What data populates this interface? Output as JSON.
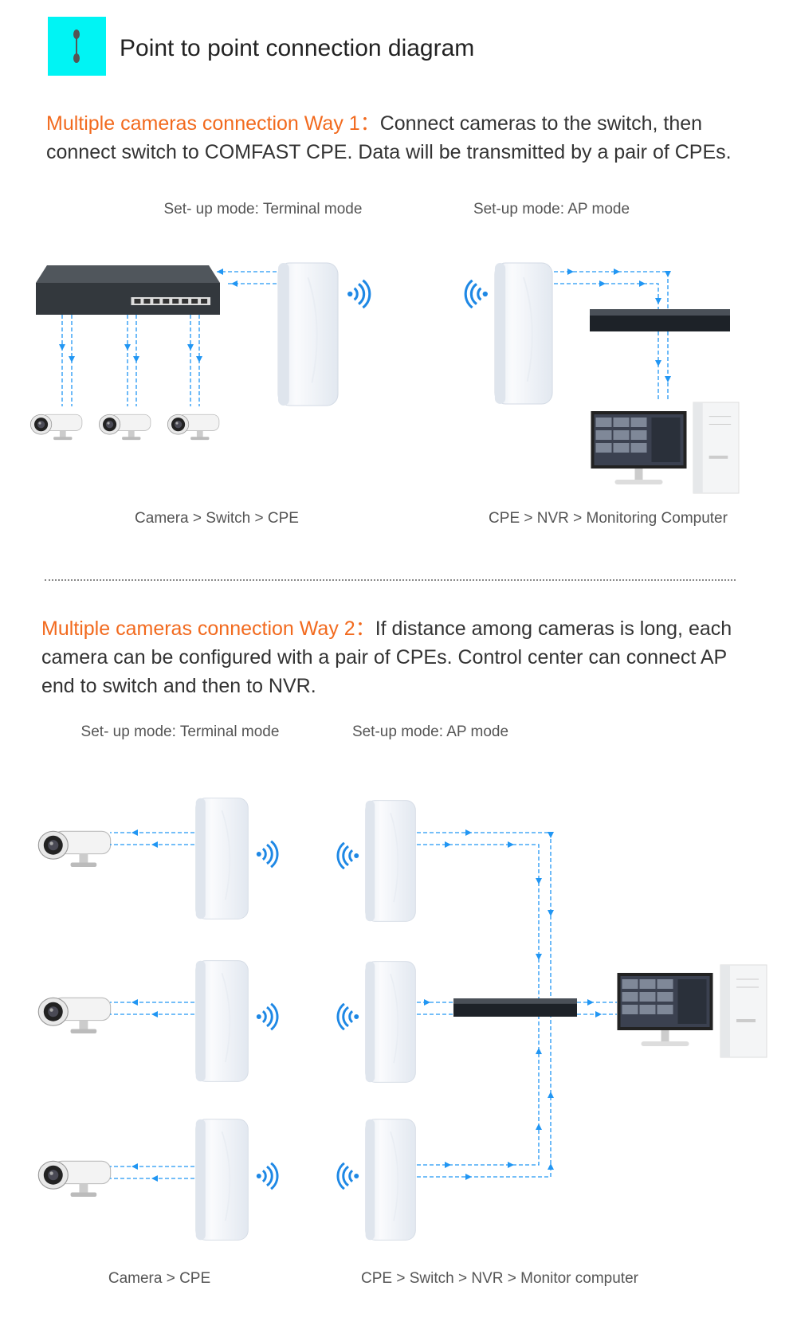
{
  "header": {
    "title": "Point to point connection diagram",
    "icon": "point-to-point-icon",
    "accent": "#00f4f4"
  },
  "way1": {
    "heading": "Multiple cameras connection Way 1：",
    "text": "Connect cameras to the switch, then connect switch to COMFAST CPE. Data will be transmitted by a pair of CPEs.",
    "left_mode": "Set- up mode: Terminal mode",
    "right_mode": "Set-up mode: AP mode",
    "left_caption": "Camera > Switch > CPE",
    "right_caption": "CPE > NVR > Monitoring Computer"
  },
  "way2": {
    "heading": "Multiple cameras connection Way 2：",
    "text": "If distance among cameras is long, each camera can be configured with a pair of CPEs. Control center can connect AP end to switch and then to NVR.",
    "left_mode": "Set- up mode: Terminal mode",
    "right_mode": "Set-up mode: AP mode",
    "left_caption": "Camera > CPE",
    "right_caption": "CPE > Switch > NVR > Monitor computer"
  },
  "colors": {
    "highlight": "#f26a1e",
    "link_line": "#2196f3",
    "wifi": "#1e88e5"
  }
}
